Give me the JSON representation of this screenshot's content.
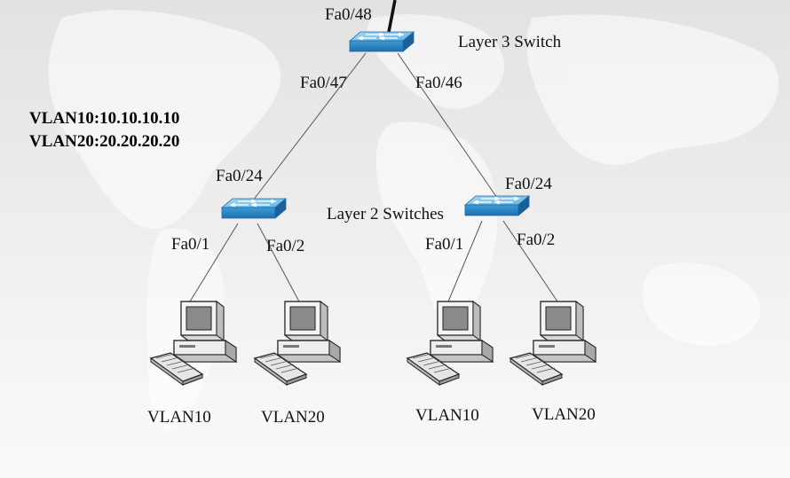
{
  "vlan_info": [
    "VLAN10:10.10.10.10",
    "VLAN20:20.20.20.20"
  ],
  "labels": {
    "layer3": "Layer 3 Switch",
    "layer2": "Layer 2 Switches"
  },
  "ports": {
    "l3_uplink": "Fa0/48",
    "l3_left": "Fa0/47",
    "l3_right": "Fa0/46",
    "sw1_uplink": "Fa0/24",
    "sw2_uplink": "Fa0/24",
    "sw1_p1": "Fa0/1",
    "sw1_p2": "Fa0/2",
    "sw2_p1": "Fa0/1",
    "sw2_p2": "Fa0/2"
  },
  "pcs": [
    {
      "vlan": "VLAN10"
    },
    {
      "vlan": "VLAN20"
    },
    {
      "vlan": "VLAN10"
    },
    {
      "vlan": "VLAN20"
    }
  ],
  "colors": {
    "switch_top": "#7ec3ea",
    "switch_side": "#2a86c8",
    "link": "#555555",
    "background": "#ececec"
  }
}
